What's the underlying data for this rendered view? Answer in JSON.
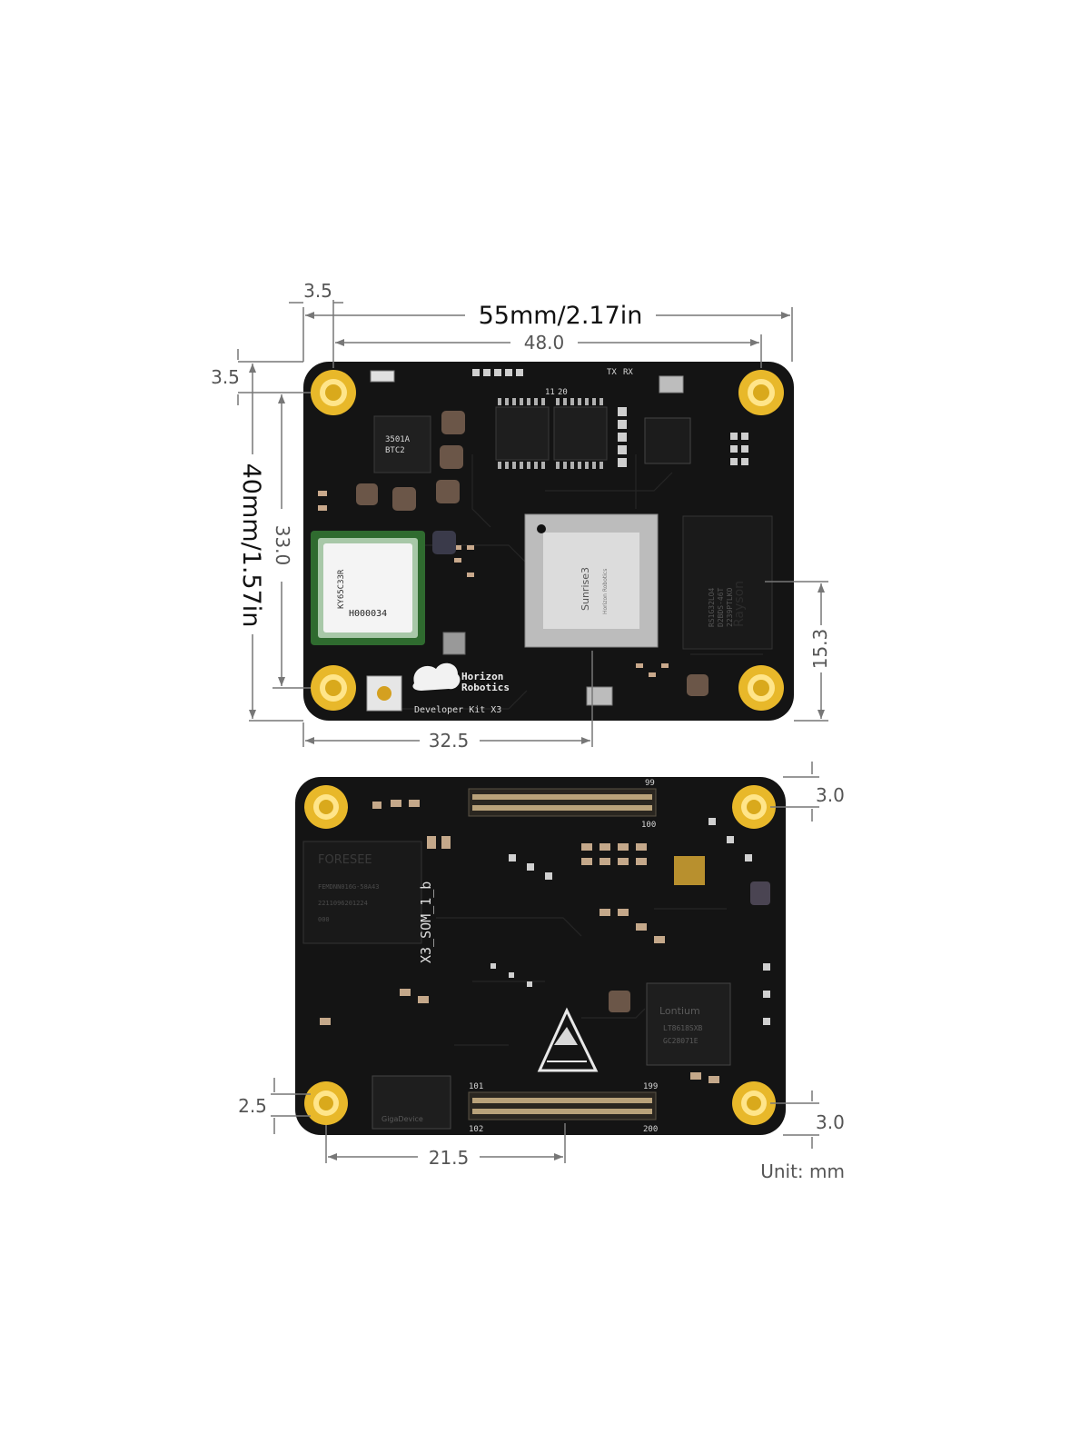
{
  "top_view": {
    "dims": {
      "width_total": "55mm/2.17in",
      "hole_spacing_x": "48.0",
      "hole_offset_x": "3.5",
      "hole_offset_y": "3.5",
      "height_total": "40mm/1.57in",
      "hole_spacing_y": "33.0",
      "chip_offset_y": "15.3",
      "chip_offset_x": "32.5"
    },
    "silkscreen": {
      "brand_line1": "Horizon",
      "brand_line2": "Robotics",
      "kit_label": "Developer Kit X3",
      "module_code": "KY65C33R",
      "module_id": "H000034",
      "soc_name": "Sunrise3",
      "soc_vendor": "Horizon Robotics",
      "ram_brand": "Rayson",
      "ram_part1": "RS1G32LO4",
      "ram_part2": "D2BDS-46T",
      "ram_part3": "2239PTLKO",
      "chip_a1": "3501A",
      "chip_a2": "BTC2",
      "tx_label": "TX",
      "rx_label": "RX",
      "pin_top_a": "11",
      "pin_top_b": "20"
    }
  },
  "bottom_view": {
    "dims": {
      "hole_offset_top": "3.0",
      "hole_offset_bottom": "3.0",
      "hole_offset_left_y": "2.5",
      "connector_offset_x": "21.5"
    },
    "silkscreen": {
      "flash_brand": "FORESEE",
      "flash_part1": "FEMDNN016G-58A43",
      "flash_part2": "2211096201224",
      "flash_part3": "000",
      "board_name": "X3_SOM_1_b",
      "bridge_brand": "Lontium",
      "bridge_part1": "LT8618SXB",
      "bridge_part2": "GC28071E",
      "gigadevice": "GigaDevice",
      "pin_99": "99",
      "pin_100": "100",
      "pin_101": "101",
      "pin_102": "102",
      "pin_199": "199",
      "pin_200": "200"
    }
  },
  "unit_label": "Unit: mm",
  "colors": {
    "pcb": "#141414",
    "gold": "#f0c230",
    "dimension_line": "#777777",
    "shield": "#cfcfcf",
    "wifi_border": "#3f8a3f"
  }
}
